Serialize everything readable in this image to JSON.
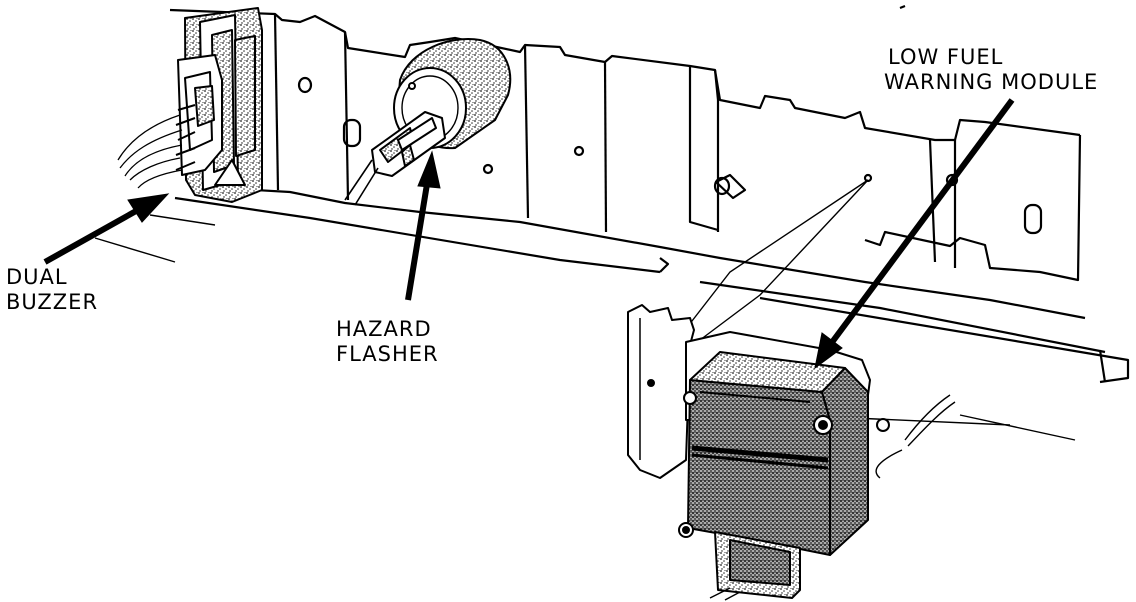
{
  "labels": {
    "low_fuel_warning_module": [
      "LOW FUEL",
      "WARNING MODULE"
    ],
    "dual_buzzer": [
      "DUAL",
      "BUZZER"
    ],
    "hazard_flasher": [
      "HAZARD",
      "FLASHER"
    ]
  },
  "colors": {
    "ink": "#000000",
    "paper": "#ffffff",
    "stipple": "#3a3a3a"
  }
}
